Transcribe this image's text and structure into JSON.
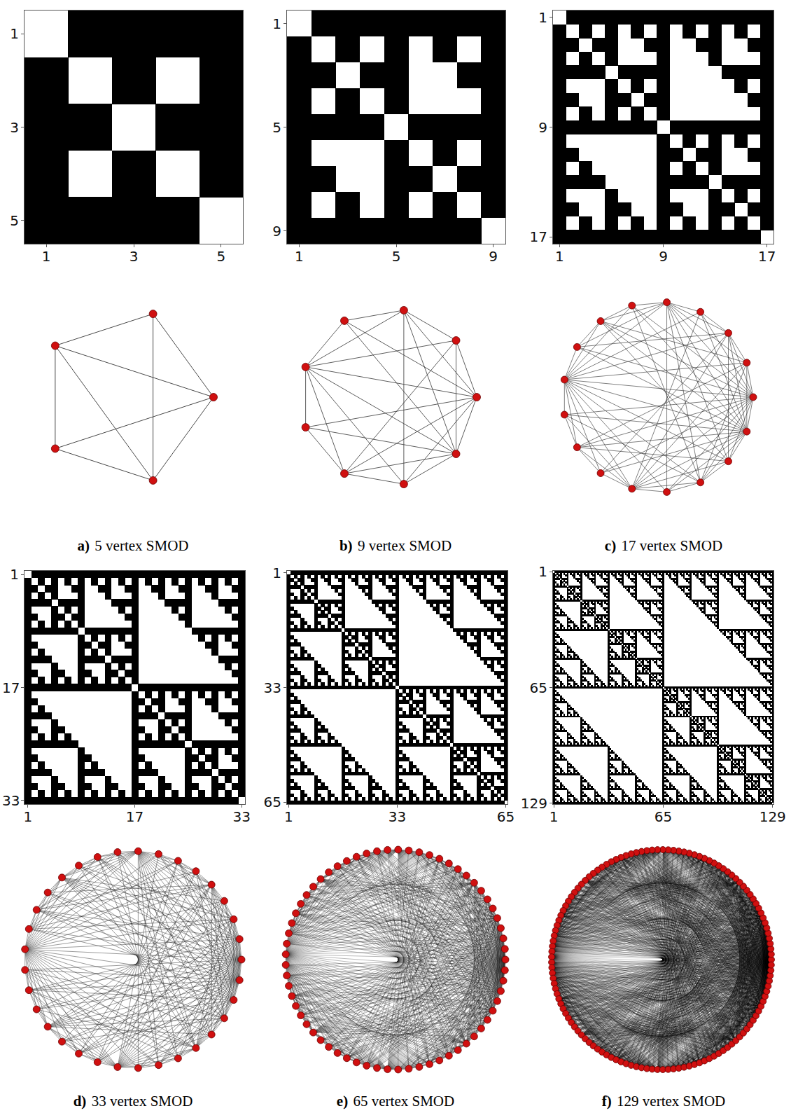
{
  "diagram": {
    "labels": [
      "1",
      "3",
      "5",
      "1",
      "3",
      "5",
      "a)",
      "5 vertex SMOD",
      "1",
      "5",
      "9",
      "1",
      "5",
      "9",
      "b)",
      "9 vertex SMOD",
      "1",
      "9",
      "17",
      "1",
      "9",
      "17",
      "c)",
      "17 vertex SMOD",
      "1",
      "17",
      "33",
      "1",
      "17",
      "33",
      "d)",
      "33 vertex SMOD",
      "1",
      "33",
      "65",
      "1",
      "33",
      "65",
      "e)",
      "65 vertex SMOD",
      "1",
      "65",
      "129",
      "1",
      "65",
      "129",
      "f)",
      "129 vertex SMOD"
    ]
  }
}
